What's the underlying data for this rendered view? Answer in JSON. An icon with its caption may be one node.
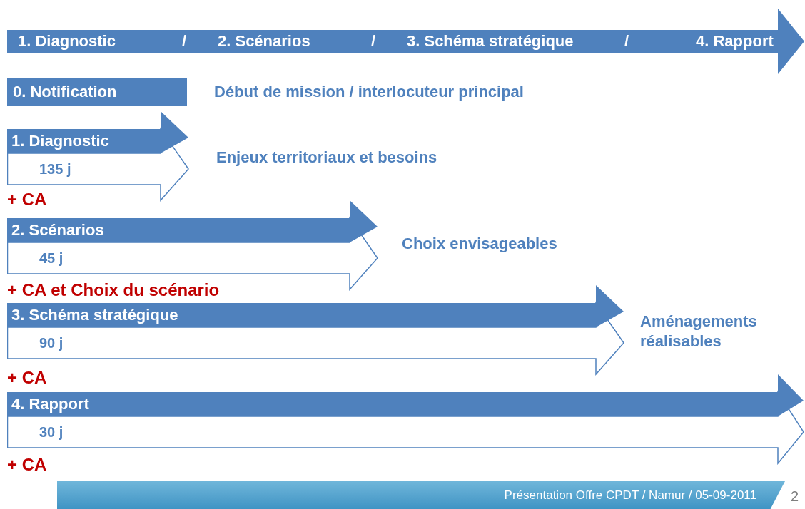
{
  "diagram": {
    "nodes": [
      {
        "text": [
          "1. Diagnostic",
          "/",
          "2. Scénarios",
          "/",
          "3. Schéma stratégique",
          "/",
          "4. Rapport"
        ]
      },
      {
        "text": [
          "0. Notification"
        ]
      },
      {
        "text": [
          "1. Diagnostic",
          "135 j"
        ],
        "beside": [
          "Enjeux territoriaux et besoins"
        ]
      },
      {
        "text": [
          "2. Scénarios",
          "45 j"
        ],
        "beside": [
          "Choix envisageables"
        ]
      },
      {
        "text": [
          "3. Schéma stratégique",
          "90 j"
        ],
        "beside": [
          "Aménagements réalisables"
        ]
      },
      {
        "text": [
          "4. Rapport",
          "30 j"
        ]
      },
      {
        "text": [
          "Présentation Offre CPDT / Namur / 05-09-2011"
        ]
      }
    ],
    "labels": [
      "Début de mission / interlocuteur principal",
      "+ CA",
      "+ CA et Choix du scénario",
      "+ CA",
      "+ CA",
      "2"
    ]
  }
}
